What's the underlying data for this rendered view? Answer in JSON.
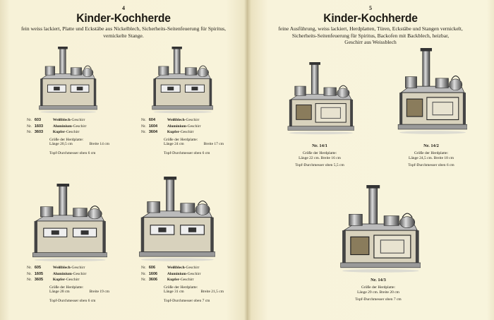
{
  "left_page": {
    "page_number": "4",
    "title": "Kinder-Kochherde",
    "description_lines": [
      "fein weiss lackiert, Platte und Eckstäbe aus Nickelblech, Sicherheits-Seitenfeuerung für Spiritus,",
      "vernickelte Stange."
    ],
    "items": [
      {
        "numbers": [
          {
            "prefix": "Nr.",
            "no": "603",
            "kind": "Weißblech",
            "suffix": "-Geschirr"
          },
          {
            "prefix": "Nr.",
            "no": "1603",
            "kind": "Aluminium",
            "suffix": "-Geschirr"
          },
          {
            "prefix": "Nr.",
            "no": "3603",
            "kind": "Kupfer",
            "suffix": "-Geschirr"
          }
        ],
        "size_label": "Größe der Herdplatte:",
        "length": "Länge 20,5 cm",
        "width": "Breite 14 cm",
        "pot": "Topf-Durchmesser oben 6 cm"
      },
      {
        "numbers": [
          {
            "prefix": "Nr.",
            "no": "604",
            "kind": "Weißblech",
            "suffix": "-Geschirr"
          },
          {
            "prefix": "Nr.",
            "no": "1604",
            "kind": "Aluminium",
            "suffix": "-Geschirr"
          },
          {
            "prefix": "Nr.",
            "no": "3604",
            "kind": "Kupfer",
            "suffix": "-Geschirr"
          }
        ],
        "size_label": "Größe der Herdplatte:",
        "length": "Länge 24 cm",
        "width": "Breite 17 cm",
        "pot": "Topf-Durchmesser oben 6 cm"
      },
      {
        "numbers": [
          {
            "prefix": "Nr.",
            "no": "605",
            "kind": "Weißblech",
            "suffix": "-Geschirr"
          },
          {
            "prefix": "Nr.",
            "no": "1605",
            "kind": "Aluminium",
            "suffix": "-Geschirr"
          },
          {
            "prefix": "Nr.",
            "no": "3605",
            "kind": "Kupfer",
            "suffix": "-Geschirr"
          }
        ],
        "size_label": "Größe der Herdplatte:",
        "length": "Länge 28 cm",
        "width": "Breite 19 cm",
        "pot": "Topf-Durchmesser oben 6 cm"
      },
      {
        "numbers": [
          {
            "prefix": "Nr.",
            "no": "606",
            "kind": "Weißblech",
            "suffix": "-Geschirr"
          },
          {
            "prefix": "Nr.",
            "no": "1606",
            "kind": "Aluminium",
            "suffix": "-Geschirr"
          },
          {
            "prefix": "Nr.",
            "no": "3606",
            "kind": "Kupfer",
            "suffix": "-Geschirr"
          }
        ],
        "size_label": "Größe der Herdplatte:",
        "length": "Länge 31 cm",
        "width": "Breite 21,5 cm",
        "pot": "Topf-Durchmesser oben 7 cm"
      }
    ]
  },
  "right_page": {
    "page_number": "5",
    "title": "Kinder-Kochherde",
    "description_lines": [
      "feine Ausführung, weiss lackiert, Herdplatten, Türen, Eckstäbe und Stangen vernickelt,",
      "Sicherheits-Seitenfeuerung für Spiritus, Backofen mit Backblech, heizbar,",
      "Geschirr aus Weissblech"
    ],
    "items": [
      {
        "no": "Nr. 14/1",
        "size_label": "Größe der Herdplatte:",
        "dims": "Länge 22 cm.   Breite 16 cm",
        "pot": "Topf-Durchmesser oben 5,5 cm"
      },
      {
        "no": "Nr. 14/2",
        "size_label": "Größe der Herdplatte:",
        "dims": "Länge 24,5 cm.   Breite 18 cm",
        "pot": "Topf-Durchmesser oben 6 cm"
      },
      {
        "no": "Nr. 14/3",
        "size_label": "Größe der Herdplatte:",
        "dims": "Länge 29 cm.   Breite 20 cm",
        "pot": "Topf-Durchmesser oben 7 cm"
      }
    ]
  }
}
